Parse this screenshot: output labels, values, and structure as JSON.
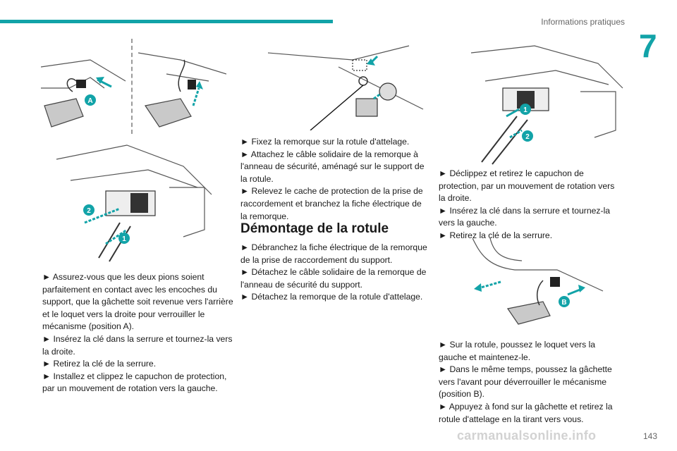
{
  "header": {
    "section_title": "Informations pratiques",
    "chapter_number": "7",
    "accent_color": "#12a3a8"
  },
  "figure_labels": {
    "fig1": "A",
    "fig3_one": "1",
    "fig3_two": "2",
    "fig5_one": "1",
    "fig5_two": "2",
    "fig6": "B"
  },
  "col1": [
    "► Assurez-vous que les deux pions soient parfaitement en contact avec les encoches du support, que la gâchette soit revenue vers l'arrière et le loquet vers la droite pour verrouiller le mécanisme (position A).",
    "► Insérez la clé dans la serrure et tournez-la vers la droite.",
    "► Retirez la clé de la serrure.",
    "► Installez et clippez le capuchon de protection, par un mouvement de rotation vers la gauche."
  ],
  "col2": [
    "► Fixez la remorque sur la rotule d'attelage.",
    "► Attachez le câble solidaire de la remorque à l'anneau de sécurité, aménagé sur le support de la rotule.",
    "► Relevez le cache de protection de la prise de raccordement et branchez la fiche électrique de la remorque."
  ],
  "section_heading": "Démontage de la rotule",
  "col5": [
    "► Débranchez la fiche électrique de la remorque de la prise de raccordement du support.",
    "► Détachez le câble solidaire de la remorque de l'anneau de sécurité du support.",
    "► Détachez la remorque de la rotule d'attelage."
  ],
  "col3": [
    "► Déclippez et retirez le capuchon de protection, par un mouvement de rotation vers la droite.",
    "► Insérez la clé dans la serrure et tournez-la vers la gauche.",
    "► Retirez la clé de la serrure."
  ],
  "col4": [
    "► Sur la rotule, poussez le loquet vers la gauche et maintenez-le.",
    "► Dans le même temps, poussez la gâchette vers l'avant pour déverrouiller le mécanisme (position B).",
    "► Appuyez à fond sur la gâchette et retirez la rotule d'attelage en la tirant vers vous."
  ],
  "page_number": "143",
  "watermark": "carmanualsonline.info"
}
